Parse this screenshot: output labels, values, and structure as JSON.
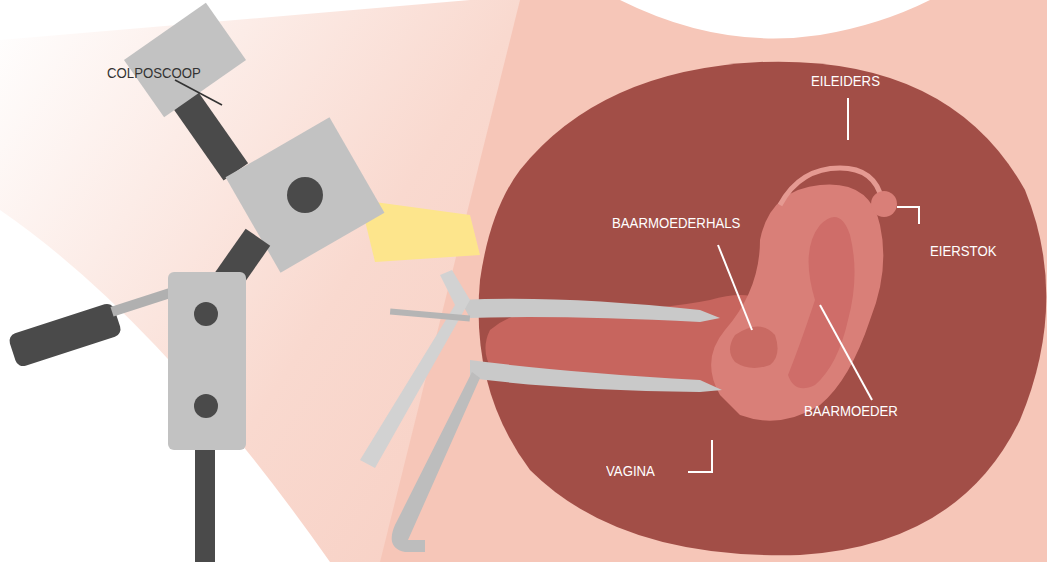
{
  "diagram": {
    "labels": [
      "COLPOSCOOP",
      "EILEIDERS",
      "BAARMOEDERHALS",
      "EIERSTOK",
      "VAGINA",
      "BAARMOEDER"
    ]
  }
}
